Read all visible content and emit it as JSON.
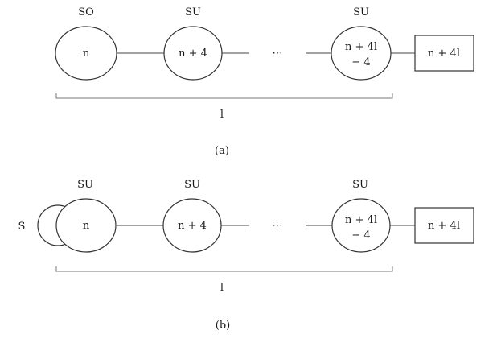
{
  "panel_a": {
    "caption": "(a)",
    "brace_label": "l",
    "ellipsis": "⋯",
    "nodes": [
      {
        "top_label": "SO",
        "text": "n"
      },
      {
        "top_label": "SU",
        "text": "n + 4"
      },
      {
        "top_label": "SU",
        "line1": "n + 4l",
        "line2": "− 4"
      }
    ],
    "box": {
      "text": "n + 4l"
    }
  },
  "panel_b": {
    "caption": "(b)",
    "brace_label": "l",
    "ellipsis": "⋯",
    "loop_label": "S",
    "nodes": [
      {
        "top_label": "SU",
        "text": "n"
      },
      {
        "top_label": "SU",
        "text": "n + 4"
      },
      {
        "top_label": "SU",
        "line1": "n + 4l",
        "line2": "− 4"
      }
    ],
    "box": {
      "text": "n + 4l"
    }
  }
}
